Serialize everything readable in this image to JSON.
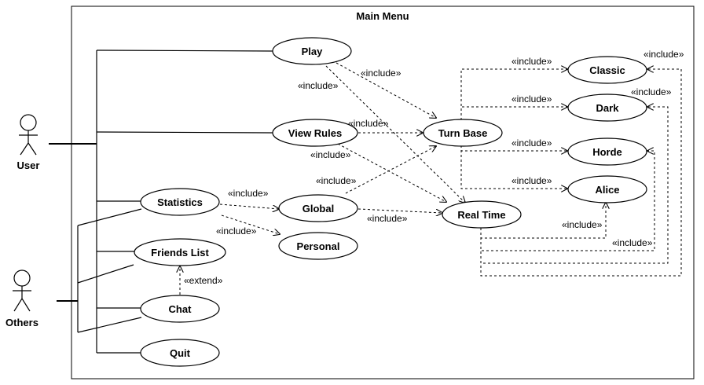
{
  "diagram": {
    "system_title": "Main Menu",
    "actors": {
      "user": "User",
      "others": "Others"
    },
    "use_cases": {
      "play": "Play",
      "view_rules": "View Rules",
      "statistics": "Statistics",
      "friends_list": "Friends List",
      "chat": "Chat",
      "quit": "Quit",
      "global": "Global",
      "personal": "Personal",
      "turn_base": "Turn Base",
      "real_time": "Real Time",
      "classic": "Classic",
      "dark": "Dark",
      "horde": "Horde",
      "alice": "Alice"
    },
    "relations": {
      "include": "«include»",
      "extend": "«extend»"
    }
  }
}
